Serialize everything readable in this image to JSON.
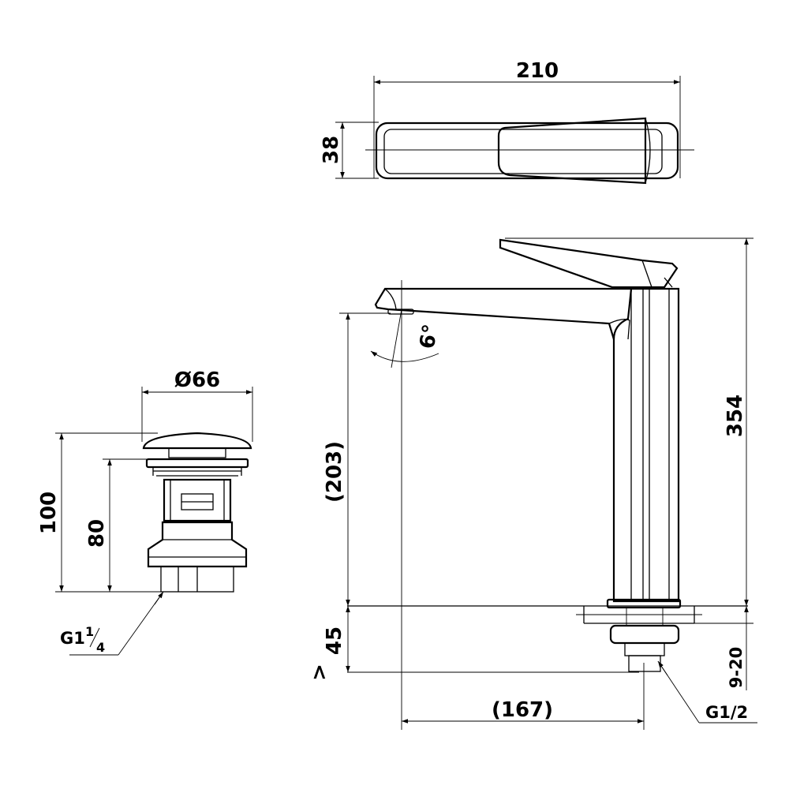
{
  "dimensions": {
    "width_top": "210",
    "height_top": "38",
    "total_height": "354",
    "spout_height": "(203)",
    "spout_angle": "6°",
    "spout_reach": "(167)",
    "deck_thickness": "9-20",
    "clearance": "45",
    "clearance_symbol": ">",
    "inlet_thread": "G1/2",
    "waste_diameter": "Ø66",
    "waste_height_total": "100",
    "waste_height_body": "80",
    "waste_thread": "G1",
    "waste_thread_num": "1",
    "waste_thread_den": "4"
  },
  "colors": {
    "line": "#000000",
    "background": "#ffffff"
  }
}
